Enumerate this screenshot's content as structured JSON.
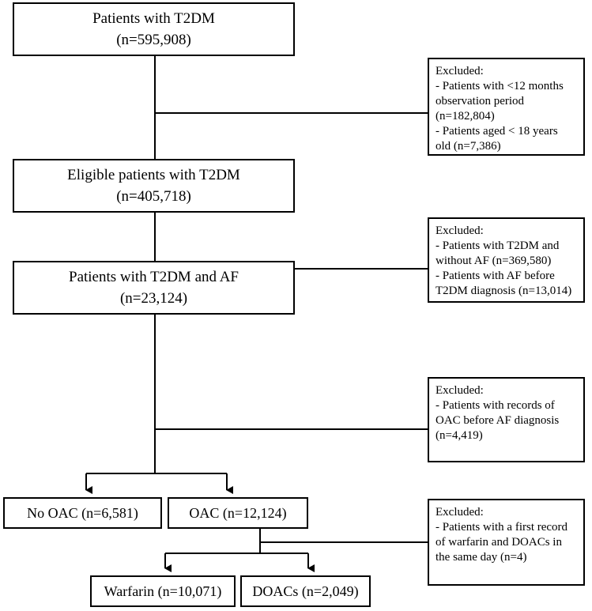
{
  "boxes": {
    "patients_t2dm": {
      "title": "Patients with T2DM",
      "count": "(n=595,908)"
    },
    "eligible": {
      "title": "Eligible patients with T2DM",
      "count": "(n=405,718)"
    },
    "t2dm_af": {
      "title": "Patients with T2DM and AF",
      "count": "(n=23,124)"
    },
    "no_oac": {
      "label": "No OAC (n=6,581)"
    },
    "oac": {
      "label": "OAC (n=12,124)"
    },
    "warfarin": {
      "label": "Warfarin (n=10,071)"
    },
    "doacs": {
      "label": "DOACs (n=2,049)"
    }
  },
  "exclusions": {
    "ex1": {
      "lines": [
        "Excluded:",
        "- Patients with <12 months",
        "observation period",
        "(n=182,804)",
        "- Patients aged < 18 years",
        "old (n=7,386)"
      ]
    },
    "ex2": {
      "lines": [
        "Excluded:",
        "- Patients with T2DM and",
        "without AF (n=369,580)",
        "- Patients with AF before",
        "T2DM diagnosis (n=13,014)"
      ]
    },
    "ex3": {
      "lines": [
        "Excluded:",
        "- Patients with records of",
        "OAC before AF diagnosis",
        "(n=4,419)"
      ]
    },
    "ex4": {
      "lines": [
        "Excluded:",
        "- Patients with a first record",
        "of warfarin and DOACs in",
        "the same day (n=4)"
      ]
    }
  }
}
